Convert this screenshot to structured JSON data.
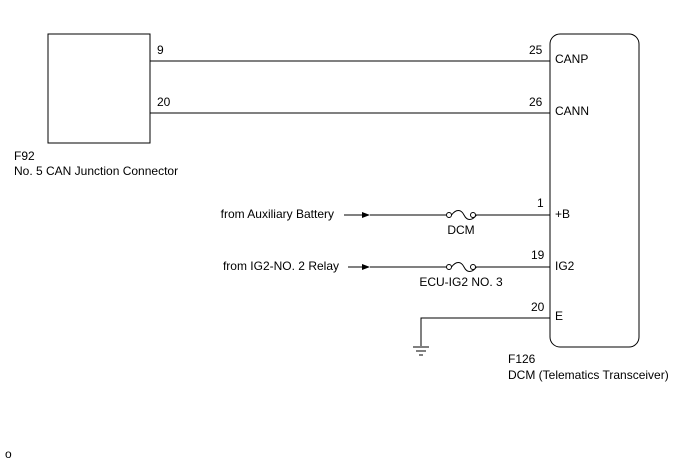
{
  "connector_f92": {
    "code": "F92",
    "name": "No. 5 CAN Junction Connector",
    "pins": {
      "canp": "9",
      "cann": "20"
    }
  },
  "dcm": {
    "code": "F126",
    "name": "DCM (Telematics Transceiver)",
    "pins": {
      "canp": {
        "number": "25",
        "label": "CANP"
      },
      "cann": {
        "number": "26",
        "label": "CANN"
      },
      "b": {
        "number": "1",
        "label": "+B"
      },
      "ig2": {
        "number": "19",
        "label": "IG2"
      },
      "e": {
        "number": "20",
        "label": "E"
      }
    }
  },
  "sources": {
    "battery": "from Auxiliary Battery",
    "relay": "from IG2-NO. 2 Relay"
  },
  "fuses": {
    "dcm": "DCM",
    "ecu_ig2": "ECU-IG2 NO. 3"
  },
  "footer_mark": "o"
}
